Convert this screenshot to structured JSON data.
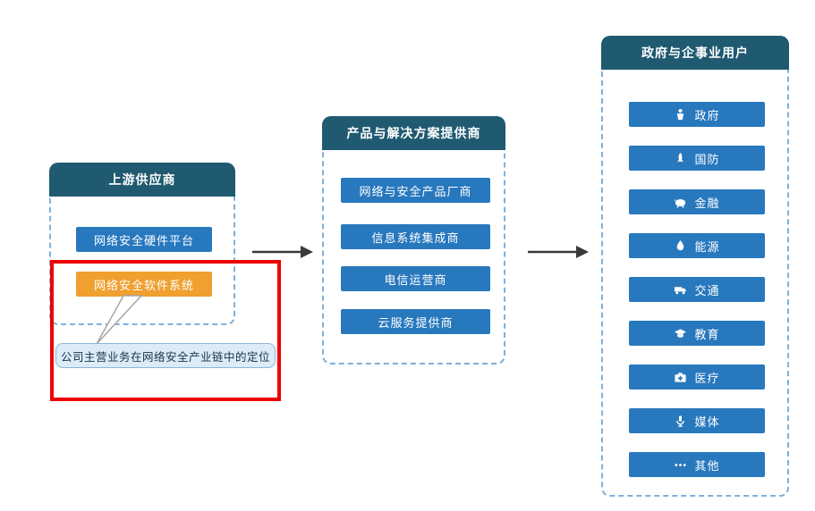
{
  "diagram": {
    "columns": {
      "suppliers": {
        "title": "上游供应商",
        "items": [
          {
            "label": "网络安全硬件平台",
            "type": "blue"
          },
          {
            "label": "网络安全软件系统",
            "type": "orange"
          }
        ]
      },
      "providers": {
        "title": "产品与解决方案提供商",
        "items": [
          {
            "label": "网络与安全产品厂商"
          },
          {
            "label": "信息系统集成商"
          },
          {
            "label": "电信运营商"
          },
          {
            "label": "云服务提供商"
          }
        ]
      },
      "users": {
        "title": "政府与企事业用户",
        "items": [
          {
            "label": "政府",
            "icon": "government-icon"
          },
          {
            "label": "国防",
            "icon": "rocket-icon"
          },
          {
            "label": "金融",
            "icon": "piggy-bank-icon"
          },
          {
            "label": "能源",
            "icon": "energy-icon"
          },
          {
            "label": "交通",
            "icon": "truck-icon"
          },
          {
            "label": "教育",
            "icon": "graduation-cap-icon"
          },
          {
            "label": "医疗",
            "icon": "medical-kit-icon"
          },
          {
            "label": "媒体",
            "icon": "microphone-icon"
          },
          {
            "label": "其他",
            "icon": "ellipsis-icon"
          }
        ]
      }
    },
    "callout": {
      "label": "公司主营业务在网络安全产业链中的定位"
    },
    "colors": {
      "header_bg": "#1f5a70",
      "item_blue": "#2878be",
      "item_orange": "#efa02f",
      "callout_bg": "#dcebf7",
      "callout_border": "#8fb4d6",
      "dashed_border": "#7fb0d9",
      "highlight_red": "#ee0000",
      "arrow": "#3a3a3a"
    }
  }
}
